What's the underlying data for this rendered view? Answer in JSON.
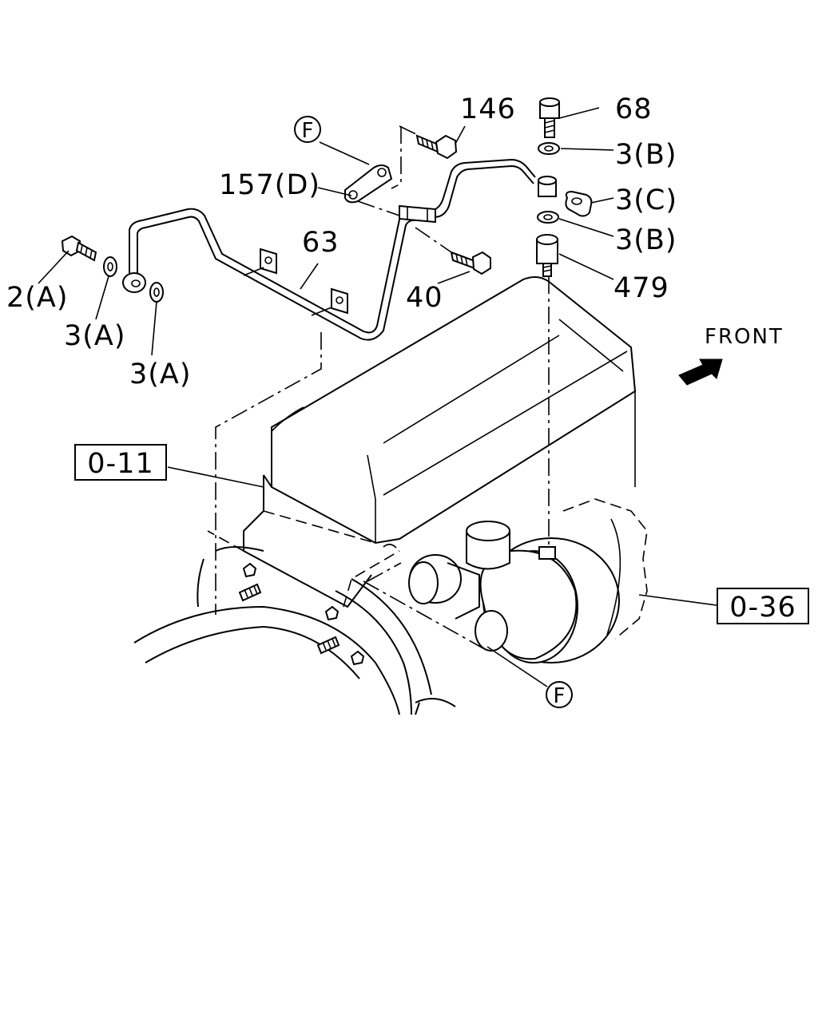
{
  "diagram": {
    "front_label": "FRONT",
    "callout_symbol": "F",
    "part_labels": {
      "p146": "146",
      "p68": "68",
      "p3b_top": "3(B)",
      "p3c": "3(C)",
      "p3b_bottom": "3(B)",
      "p479": "479",
      "p157d": "157(D)",
      "p63": "63",
      "p40": "40",
      "p2a": "2(A)",
      "p3a_left": "3(A)",
      "p3a_right": "3(A)"
    },
    "reference_boxes": {
      "ref_011": "0-11",
      "ref_036": "0-36"
    }
  }
}
